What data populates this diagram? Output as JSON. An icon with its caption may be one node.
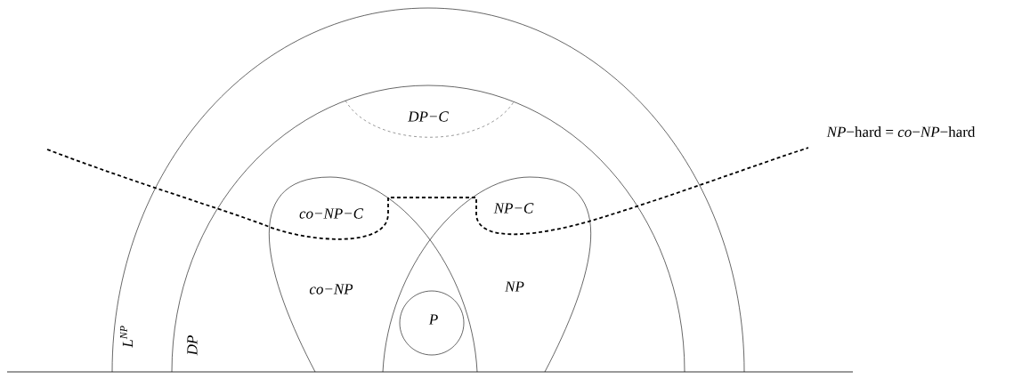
{
  "diagram": {
    "nodes": [
      {
        "text": [
          "L$^{NP}$"
        ]
      },
      {
        "text": [
          "DP"
        ],
        "in": 0
      },
      {
        "text": [
          "DP−C"
        ],
        "in": 1
      },
      {
        "text": [
          "co−NP"
        ],
        "in": 1
      },
      {
        "text": [
          "NP"
        ],
        "in": 1
      },
      {
        "text": [
          "co−NP−C"
        ],
        "in": 3
      },
      {
        "text": [
          "NP−C"
        ],
        "in": 4
      },
      {
        "text": [
          "P"
        ]
      }
    ],
    "edges": [],
    "labels": [
      "*NP*−hard = *co*−*NP*−hard"
    ]
  }
}
